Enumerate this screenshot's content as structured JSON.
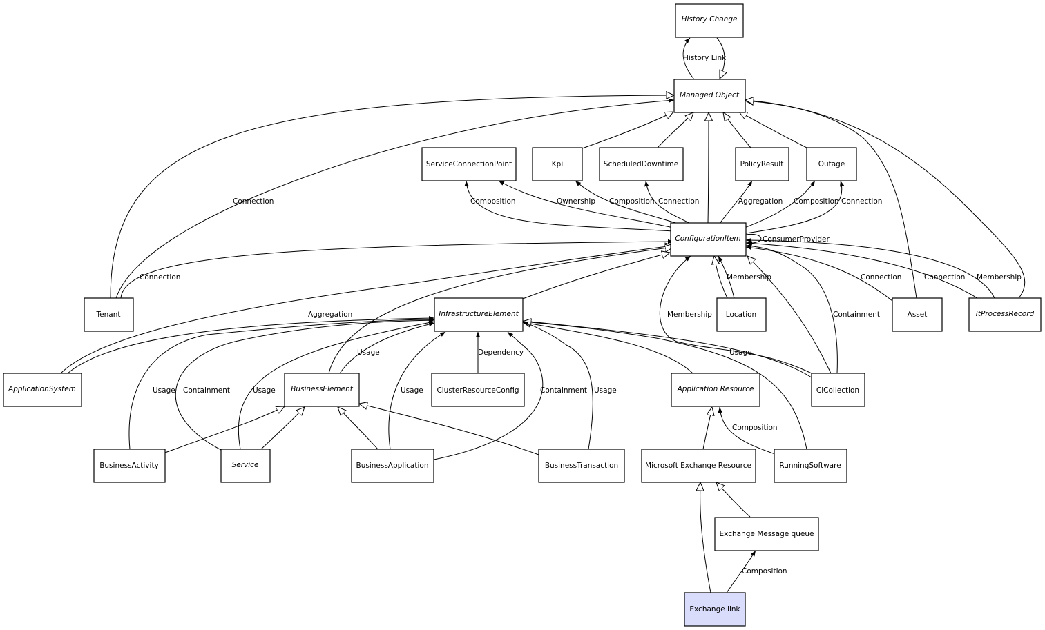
{
  "nodes": {
    "history_change": "History Change",
    "managed_object": "Managed Object",
    "service_connection_point": "ServiceConnectionPoint",
    "kpi": "Kpi",
    "scheduled_downtime": "ScheduledDowntime",
    "policy_result": "PolicyResult",
    "outage": "Outage",
    "configuration_item": "ConfigurationItem",
    "tenant": "Tenant",
    "infrastructure_element": "InfrastructureElement",
    "location": "Location",
    "asset": "Asset",
    "it_process_record": "ItProcessRecord",
    "application_system": "ApplicationSystem",
    "business_element": "BusinessElement",
    "cluster_resource_config": "ClusterResourceConfig",
    "application_resource": "Application Resource",
    "ci_collection": "CiCollection",
    "business_activity": "BusinessActivity",
    "service": "Service",
    "business_application": "BusinessApplication",
    "business_transaction": "BusinessTransaction",
    "microsoft_exchange_resource": "Microsoft Exchange Resource",
    "running_software": "RunningSoftware",
    "exchange_message_queue": "Exchange Message queue",
    "exchange_link": "Exchange link"
  },
  "edge_labels": {
    "history_link": "History Link",
    "tenant_mo_connection": "Connection",
    "ci_scp_composition": "Composition",
    "ci_scp_ownership": "Ownership",
    "ci_kpi_composition": "Composition",
    "ci_sd_connection": "Connection",
    "ci_pr_aggregation": "Aggregation",
    "ci_outage_composition": "Composition",
    "ci_outage_connection": "Connection",
    "ci_self_consumer": "ConsumerProvider",
    "tenant_ci_connection": "Connection",
    "asset_ci_connection": "Connection",
    "itpr_ci_connection": "Connection",
    "itpr_ci_membership": "Membership",
    "location_ci_membership": "Membership",
    "cicoll_ci_membership": "Membership",
    "cicoll_ci_containment": "Containment",
    "as_ie_aggregation": "Aggregation",
    "be_ie_usage": "Usage",
    "crc_ie_dependency": "Dependency",
    "cicoll_ie_usage": "Usage",
    "ba_ie_usage": "Usage",
    "svc_ie_containment": "Containment",
    "svc_ie_usage": "Usage",
    "bapp_ie_usage": "Usage",
    "bapp_ie_containment": "Containment",
    "bt_ie_usage": "Usage",
    "rs_ar_composition": "Composition",
    "el_emq_composition": "Composition"
  },
  "colors": {
    "stroke": "#000000",
    "fill": "#ffffff",
    "highlight_fill": "#d9dcfb"
  }
}
